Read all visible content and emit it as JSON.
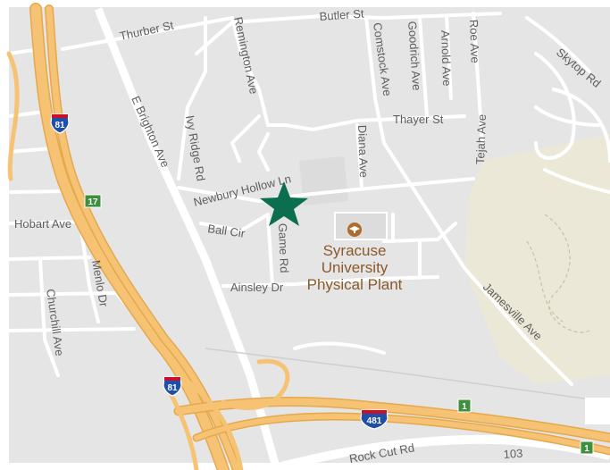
{
  "map": {
    "streets": {
      "thurber": "Thurber St",
      "butler": "Butler St",
      "remington": "Remington Ave",
      "comstock": "Comstock Ave",
      "goodrich": "Goodrich Ave",
      "arnold": "Arnold Ave",
      "roe": "Roe Ave",
      "skytop": "Skytop Rd",
      "e_brighton": "E Brighton Ave",
      "ivy_ridge": "Ivy Ridge Rd",
      "thayer": "Thayer St",
      "diana": "Diana Ave",
      "tejah": "Tejah Ave",
      "newbury": "Newbury Hollow Ln",
      "ball": "Ball Cir",
      "game": "Game Rd",
      "hobart": "Hobart Ave",
      "menlo": "Menlo Dr",
      "churchill": "Churchill Ave",
      "ainsley": "Ainsley Dr",
      "jamesville": "Jamesville Ave",
      "rock_cut": "Rock Cut Rd"
    },
    "place": {
      "line1": "Syracuse",
      "line2": "University",
      "line3": "Physical Plant"
    },
    "shields": {
      "i81_top": "81",
      "i81_bottom": "81",
      "i481": "481",
      "rt17": "17",
      "rt1_a": "1",
      "rt1_b": "1",
      "rt103": "103"
    },
    "colors": {
      "land": "#e5e5e5",
      "park": "#ece8d8",
      "highway": "#f6c374",
      "highway_edge": "#e6a84c",
      "road": "#ffffff",
      "marker": "#0a6e4f",
      "interstate": "#1f4fa8",
      "state_route": "#3f8f3f"
    },
    "icons": {
      "marker": "star-marker-icon",
      "place": "education-pin-icon"
    }
  }
}
